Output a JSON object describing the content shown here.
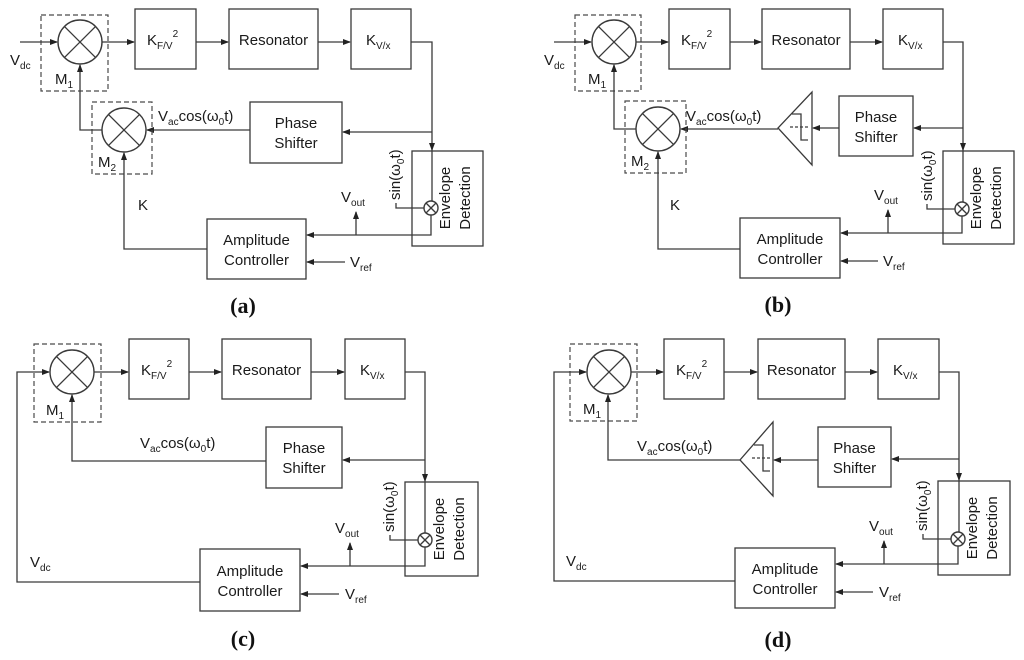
{
  "figure": {
    "panels": [
      {
        "id": "a",
        "caption": "(a)",
        "blocks": {
          "gain_in": {
            "main": "K",
            "sub": "F/V",
            "sup": "2"
          },
          "resonator": "Resonator",
          "gain_out": {
            "main": "K",
            "sub": "V/x"
          },
          "phase_shifter": [
            "Phase",
            "Shifter"
          ],
          "amplitude_controller": [
            "Amplitude",
            "Controller"
          ],
          "envelope_detection": [
            "Envelope",
            "Detection"
          ]
        },
        "mixers": [
          {
            "main": "M",
            "sub": "1"
          },
          {
            "main": "M",
            "sub": "2"
          }
        ],
        "signals": {
          "vdc": {
            "main": "V",
            "sub": "dc"
          },
          "vac": {
            "main": "V",
            "sub": "ac",
            "rest": "cos(ω",
            "sub2": "0",
            "end": "t)"
          },
          "sin": {
            "pre": "sin(ω",
            "sub": "0",
            "end": "t)"
          },
          "vout": {
            "main": "V",
            "sub": "out"
          },
          "vref": {
            "main": "V",
            "sub": "ref"
          },
          "k": "K"
        },
        "has_comparator": false
      },
      {
        "id": "b",
        "caption": "(b)",
        "blocks": {
          "gain_in": {
            "main": "K",
            "sub": "F/V",
            "sup": "2"
          },
          "resonator": "Resonator",
          "gain_out": {
            "main": "K",
            "sub": "V/x"
          },
          "phase_shifter": [
            "Phase",
            "Shifter"
          ],
          "amplitude_controller": [
            "Amplitude",
            "Controller"
          ],
          "envelope_detection": [
            "Envelope",
            "Detection"
          ]
        },
        "mixers": [
          {
            "main": "M",
            "sub": "1"
          },
          {
            "main": "M",
            "sub": "2"
          }
        ],
        "signals": {
          "vdc": {
            "main": "V",
            "sub": "dc"
          },
          "vac": {
            "main": "V",
            "sub": "ac",
            "rest": "cos(ω",
            "sub2": "0",
            "end": "t)"
          },
          "sin": {
            "pre": "sin(ω",
            "sub": "0",
            "end": "t)"
          },
          "vout": {
            "main": "V",
            "sub": "out"
          },
          "vref": {
            "main": "V",
            "sub": "ref"
          },
          "k": "K"
        },
        "has_comparator": true
      },
      {
        "id": "c",
        "caption": "(c)",
        "blocks": {
          "gain_in": {
            "main": "K",
            "sub": "F/V",
            "sup": "2"
          },
          "resonator": "Resonator",
          "gain_out": {
            "main": "K",
            "sub": "V/x"
          },
          "phase_shifter": [
            "Phase",
            "Shifter"
          ],
          "amplitude_controller": [
            "Amplitude",
            "Controller"
          ],
          "envelope_detection": [
            "Envelope",
            "Detection"
          ]
        },
        "mixers": [
          {
            "main": "M",
            "sub": "1"
          }
        ],
        "signals": {
          "vdc": {
            "main": "V",
            "sub": "dc"
          },
          "vac": {
            "main": "V",
            "sub": "ac",
            "rest": "cos(ω",
            "sub2": "0",
            "end": "t)"
          },
          "sin": {
            "pre": "sin(ω",
            "sub": "0",
            "end": "t)"
          },
          "vout": {
            "main": "V",
            "sub": "out"
          },
          "vref": {
            "main": "V",
            "sub": "ref"
          }
        },
        "has_comparator": false
      },
      {
        "id": "d",
        "caption": "(d)",
        "blocks": {
          "gain_in": {
            "main": "K",
            "sub": "F/V",
            "sup": "2"
          },
          "resonator": "Resonator",
          "gain_out": {
            "main": "K",
            "sub": "V/x"
          },
          "phase_shifter": [
            "Phase",
            "Shifter"
          ],
          "amplitude_controller": [
            "Amplitude",
            "Controller"
          ],
          "envelope_detection": [
            "Envelope",
            "Detection"
          ]
        },
        "mixers": [
          {
            "main": "M",
            "sub": "1"
          }
        ],
        "signals": {
          "vdc": {
            "main": "V",
            "sub": "dc"
          },
          "vac": {
            "main": "V",
            "sub": "ac",
            "rest": "cos(ω",
            "sub2": "0",
            "end": "t)"
          },
          "sin": {
            "pre": "sin(ω",
            "sub": "0",
            "end": "t)"
          },
          "vout": {
            "main": "V",
            "sub": "out"
          },
          "vref": {
            "main": "V",
            "sub": "ref"
          }
        },
        "has_comparator": true
      }
    ]
  }
}
